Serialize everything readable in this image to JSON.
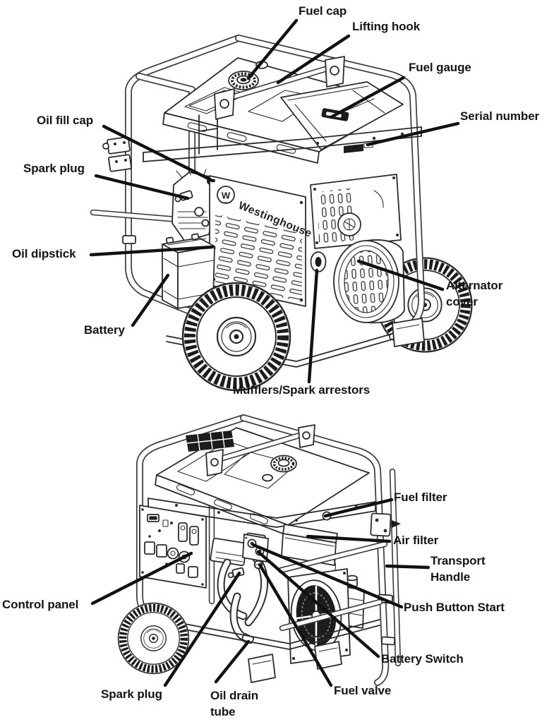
{
  "page": {
    "background": "#ffffff"
  },
  "figure": {
    "type": "labeled technical line diagram",
    "subject": "Portable generator parts identification (two views)",
    "brand": {
      "monogram": "W",
      "name": "Westinghouse"
    },
    "colors": {
      "line": "#2b2b2b",
      "dark_fill": "#1c1c1c",
      "label_text": "#141414",
      "background": "#ffffff"
    },
    "views": {
      "top": {
        "name": "front-left isometric view",
        "labels": {
          "fuel_cap": "Fuel cap",
          "lifting_hook": "Lifting hook",
          "fuel_gauge": "Fuel gauge",
          "serial_number": "Serial number",
          "oil_fill_cap": "Oil fill cap",
          "spark_plug": "Spark plug",
          "oil_dipstick": "Oil dipstick",
          "battery": "Battery",
          "alternator_cover": {
            "line1": "Alternator",
            "line2": "cover"
          },
          "mufflers": "Mufflers/Spark arrestors"
        }
      },
      "bottom": {
        "name": "control-panel side isometric view",
        "labels": {
          "fuel_filter": "Fuel filter",
          "air_filter": "Air filter",
          "transport_handle": {
            "line1": "Transport",
            "line2": "Handle"
          },
          "control_panel": "Control panel",
          "push_button_start": "Push Button Start",
          "battery_switch": "Battery Switch",
          "spark_plug": "Spark plug",
          "oil_drain_tube": {
            "line1": "Oil drain",
            "line2": "tube"
          },
          "fuel_valve": "Fuel valve"
        }
      }
    }
  }
}
